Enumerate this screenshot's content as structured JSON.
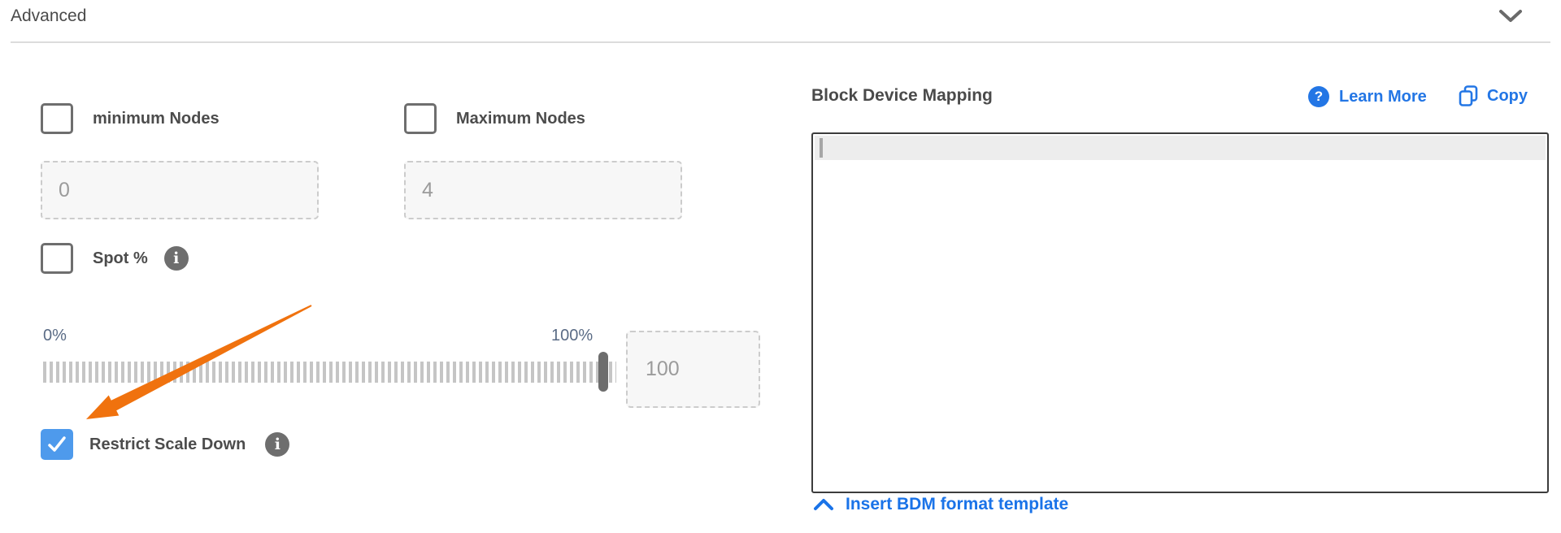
{
  "panel": {
    "title": "Advanced",
    "collapse_icon": "chevron-down-icon"
  },
  "fields": {
    "min_nodes": {
      "label": "minimum Nodes",
      "checked": false,
      "value": "0"
    },
    "max_nodes": {
      "label": "Maximum Nodes",
      "checked": false,
      "value": "4"
    },
    "spot": {
      "label": "Spot %",
      "checked": false,
      "info_icon": "info-icon"
    },
    "slider": {
      "min_label": "0%",
      "max_label": "100%",
      "percent": 100,
      "value": "100"
    },
    "restrict": {
      "label": "Restrict Scale Down",
      "checked": true,
      "info_icon": "info-icon"
    }
  },
  "bdm": {
    "title": "Block Device Mapping",
    "learn_more_label": "Learn More",
    "copy_label": "Copy",
    "editor_content": "",
    "insert_template_label": "Insert BDM format template"
  },
  "annotations": {
    "arrow": {
      "shape": "tapered-arrow",
      "points_to": "restrict-checkbox",
      "color": "#f0720e"
    }
  },
  "colors": {
    "link_blue": "#1a73e8",
    "learn_more_blue": "#2376e5",
    "checkbox_checked_blue": "#4e9aec",
    "annotation_orange": "#f0720e",
    "slider_label_slate": "#5a6b85",
    "text_dark": "#4a4a4a",
    "input_value_gray": "#9b9b9b"
  }
}
